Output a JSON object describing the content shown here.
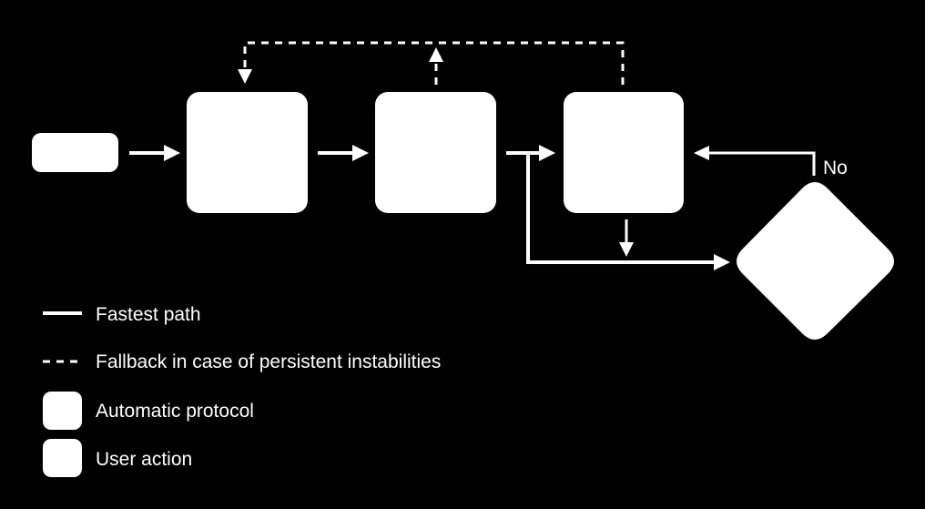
{
  "diagram": {
    "branch_label": "No"
  },
  "legend": {
    "fastest_path": "Fastest path",
    "fallback": "Fallback in case of persistent instabilities",
    "automatic_protocol": "Automatic protocol",
    "user_action": "User action"
  },
  "colors": {
    "background": "#000000",
    "foreground": "#ffffff"
  }
}
